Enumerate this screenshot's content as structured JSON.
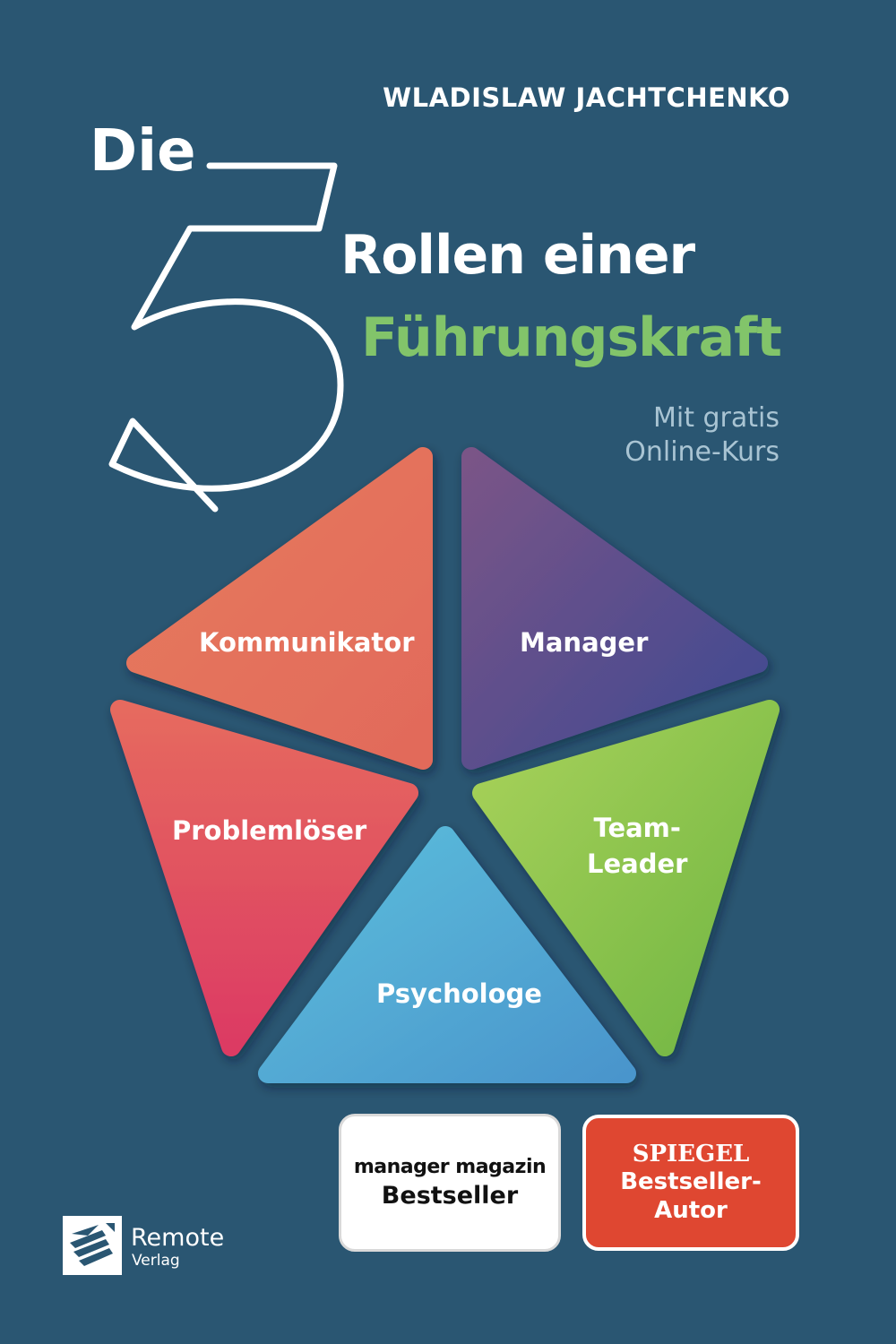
{
  "cover": {
    "author": "WLADISLAW JACHTCHENKO",
    "title_die": "Die",
    "title_number": "5",
    "title_line2": "Rollen einer",
    "title_line3": "Führungskraft",
    "subtitle_line1": "Mit gratis",
    "subtitle_line2": "Online-Kurs"
  },
  "roles": {
    "kommunikator": "Kommunikator",
    "manager": "Manager",
    "problemloeser": "Problemlöser",
    "team_line1": "Team-",
    "team_line2": "Leader",
    "psychologe": "Psychologe"
  },
  "badges": {
    "mm_line1": "manager magazin",
    "mm_line2": "Bestseller",
    "spiegel_line1": "SPIEGEL",
    "spiegel_line2": "Bestseller-",
    "spiegel_line3": "Autor"
  },
  "publisher": {
    "name": "Remote",
    "sub": "Verlag",
    "icon": "remote-verlag-logo"
  },
  "colors": {
    "background": "#2a5672",
    "accent_green": "#82c46a",
    "kommunikator": "#e8755f",
    "manager": "#5a4a8c",
    "problemloeser": "#e04a63",
    "team_leader": "#86c250",
    "psychologe": "#53a9d6",
    "spiegel_red": "#df4731"
  }
}
